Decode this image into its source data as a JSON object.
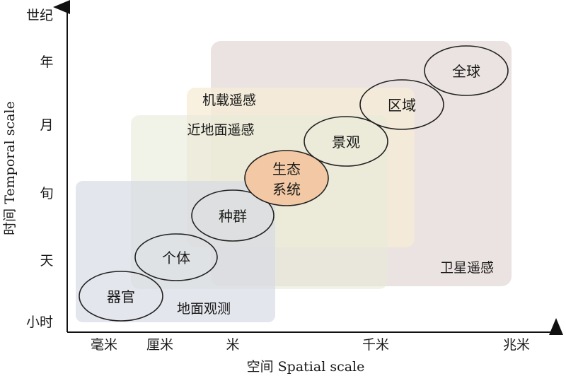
{
  "axes": {
    "x_title": "空间 Spatial scale",
    "y_title": "时间 Temporal scale",
    "x_ticks": [
      "毫米",
      "厘米",
      "米",
      "千米",
      "兆米"
    ],
    "y_ticks": [
      "小时",
      "天",
      "旬",
      "月",
      "年",
      "世纪"
    ]
  },
  "regions": {
    "satellite": "卫星遥感",
    "airborne": "机载遥感",
    "near_ground": "近地面遥感",
    "ground": "地面观测"
  },
  "levels": {
    "organ": "器官",
    "individual": "个体",
    "population": "种群",
    "ecosystem_line1": "生态",
    "ecosystem_line2": "系统",
    "landscape": "景观",
    "region": "区域",
    "global": "全球"
  },
  "colors": {
    "satellite": "#e9e0de",
    "airborne": "#f6ecd6",
    "near_ground": "#e7ead8",
    "ground": "#d6d9e3",
    "ecosystem_fill": "#f2c9a4"
  }
}
